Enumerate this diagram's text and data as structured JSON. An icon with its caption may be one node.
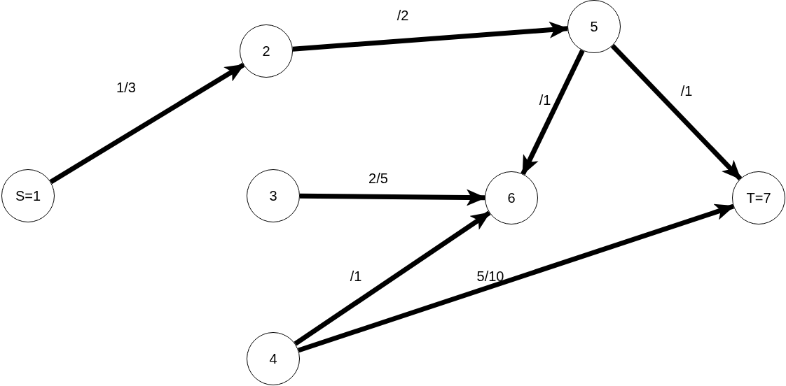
{
  "diagram": {
    "nodes": [
      {
        "text": [
          "S=1"
        ]
      },
      {
        "text": [
          "2"
        ]
      },
      {
        "text": [
          "5"
        ]
      },
      {
        "text": [
          "3"
        ]
      },
      {
        "text": [
          "6"
        ]
      },
      {
        "text": [
          "T=7"
        ]
      },
      {
        "text": [
          "4"
        ]
      }
    ],
    "edges": [
      {
        "from": 0,
        "to": 1,
        "arrow": "to",
        "label": "1/3"
      },
      {
        "from": 1,
        "to": 2,
        "arrow": "to",
        "label": "/2"
      },
      {
        "from": 2,
        "to": 4,
        "arrow": "to",
        "label": "/1"
      },
      {
        "from": 2,
        "to": 5,
        "arrow": "to",
        "label": "/1"
      },
      {
        "from": 3,
        "to": 4,
        "arrow": "to",
        "label": "2/5"
      },
      {
        "from": 6,
        "to": 4,
        "arrow": "to",
        "label": "/1"
      },
      {
        "from": 6,
        "to": 5,
        "arrow": "to",
        "label": "5/10"
      }
    ]
  }
}
